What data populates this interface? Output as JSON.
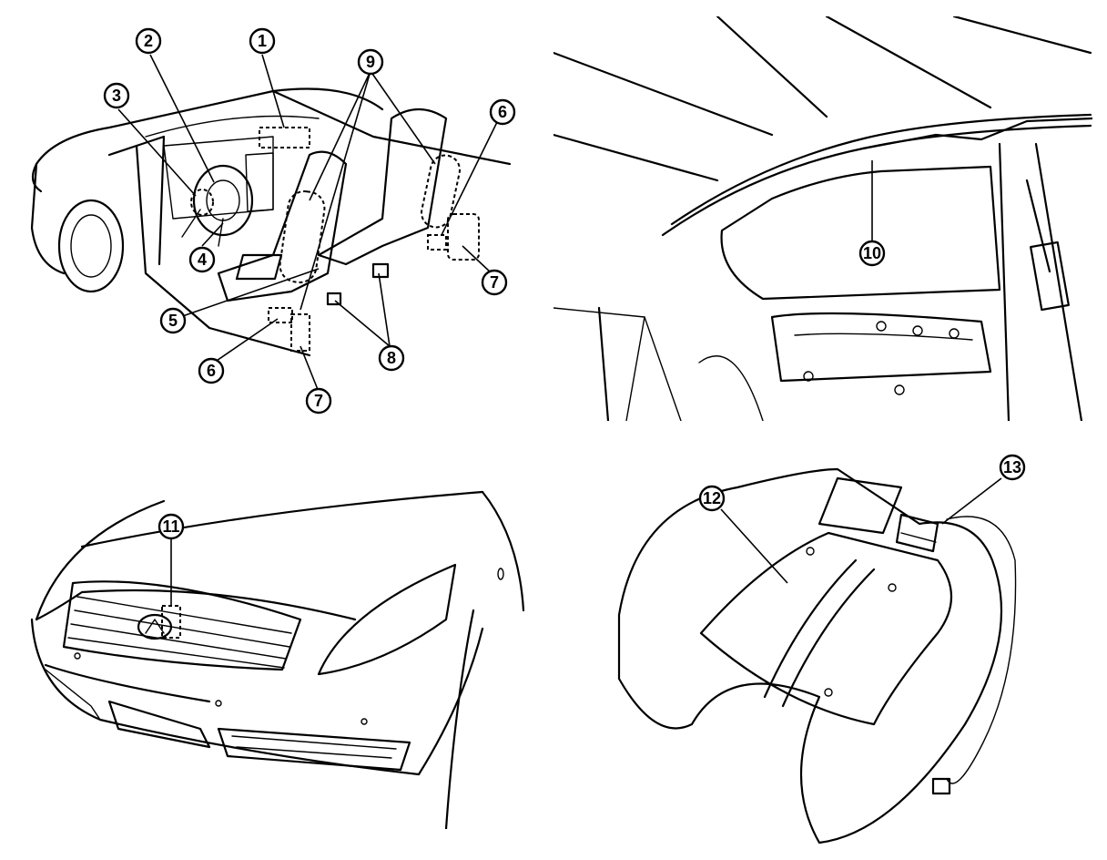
{
  "diagram": {
    "callouts": [
      {
        "id": "c1",
        "label": "1"
      },
      {
        "id": "c2",
        "label": "2"
      },
      {
        "id": "c3",
        "label": "3"
      },
      {
        "id": "c4",
        "label": "4"
      },
      {
        "id": "c5",
        "label": "5"
      },
      {
        "id": "c6a",
        "label": "6"
      },
      {
        "id": "c6b",
        "label": "6"
      },
      {
        "id": "c7a",
        "label": "7"
      },
      {
        "id": "c7b",
        "label": "7"
      },
      {
        "id": "c8",
        "label": "8"
      },
      {
        "id": "c9",
        "label": "9"
      },
      {
        "id": "c10",
        "label": "10"
      },
      {
        "id": "c11",
        "label": "11"
      },
      {
        "id": "c12",
        "label": "12"
      },
      {
        "id": "c13",
        "label": "13"
      }
    ]
  }
}
